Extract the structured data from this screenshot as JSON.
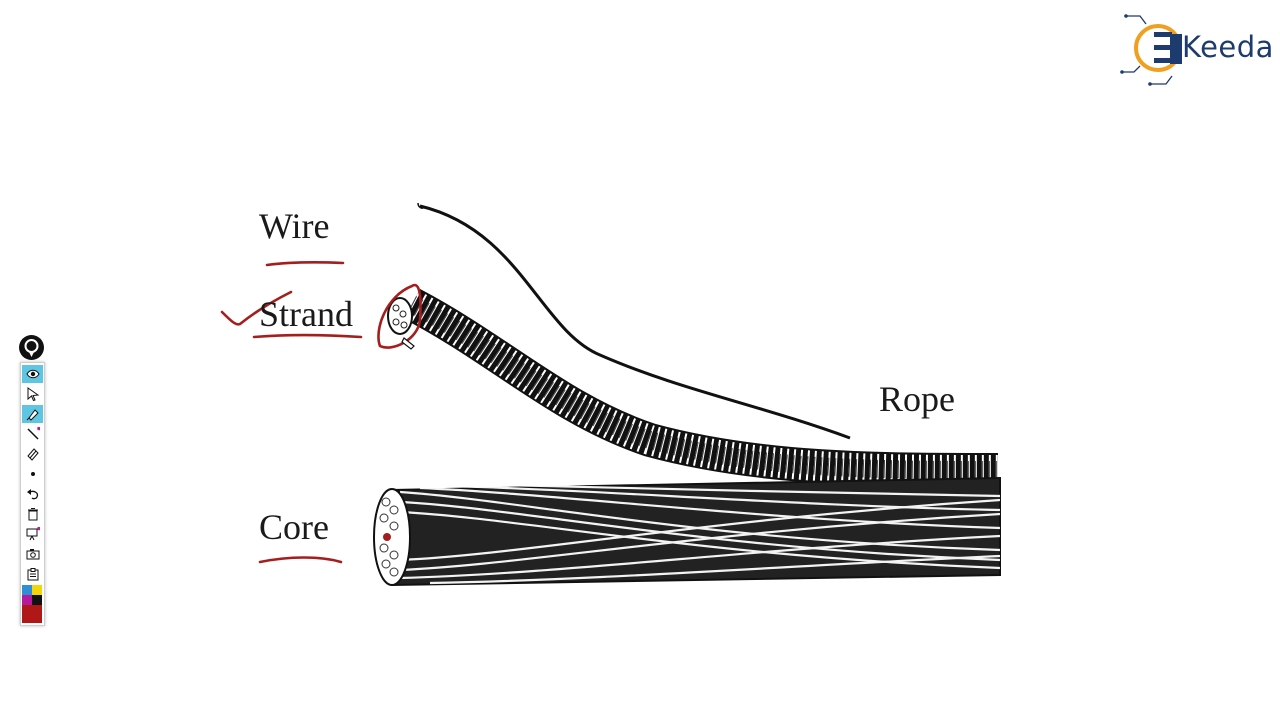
{
  "brand": {
    "logo_text": "Keeda",
    "logo_icon": "ekeeda-e-circuit-logo",
    "logo_orange": "#f0a020",
    "logo_navy": "#1d3b6e"
  },
  "diagram": {
    "labels": {
      "wire": "Wire",
      "strand": "Strand",
      "core": "Core",
      "rope": "Rope"
    },
    "annotation_color": "#a51e1e"
  },
  "toolbar": {
    "tools": [
      {
        "icon": "eye-icon",
        "active": true
      },
      {
        "icon": "pointer-arrow-icon",
        "active": false
      },
      {
        "icon": "highlighter-pen-icon",
        "active": true
      },
      {
        "icon": "line-icon",
        "active": false
      },
      {
        "icon": "eraser-icon",
        "active": false
      },
      {
        "icon": "brush-size-dot-icon",
        "active": false
      },
      {
        "icon": "undo-icon",
        "active": false
      },
      {
        "icon": "trash-icon",
        "active": false
      },
      {
        "icon": "whiteboard-icon",
        "active": false
      },
      {
        "icon": "camera-icon",
        "active": false
      },
      {
        "icon": "clipboard-icon",
        "active": false
      }
    ],
    "palette": [
      "#2e8fd6",
      "#f3d60a",
      "#b61a9c",
      "#111111",
      "#b01818",
      "#c42525"
    ]
  }
}
